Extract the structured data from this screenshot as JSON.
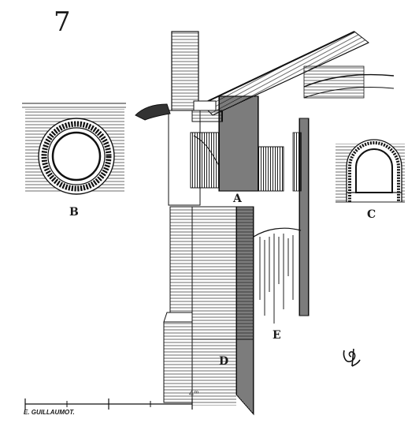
{
  "figure_number": "7",
  "labels": {
    "a": "A",
    "b": "B",
    "c": "C",
    "d": "D",
    "e": "E"
  },
  "scale": {
    "label": "4ᵐ"
  },
  "signature": "E. GUILLAUMOT."
}
